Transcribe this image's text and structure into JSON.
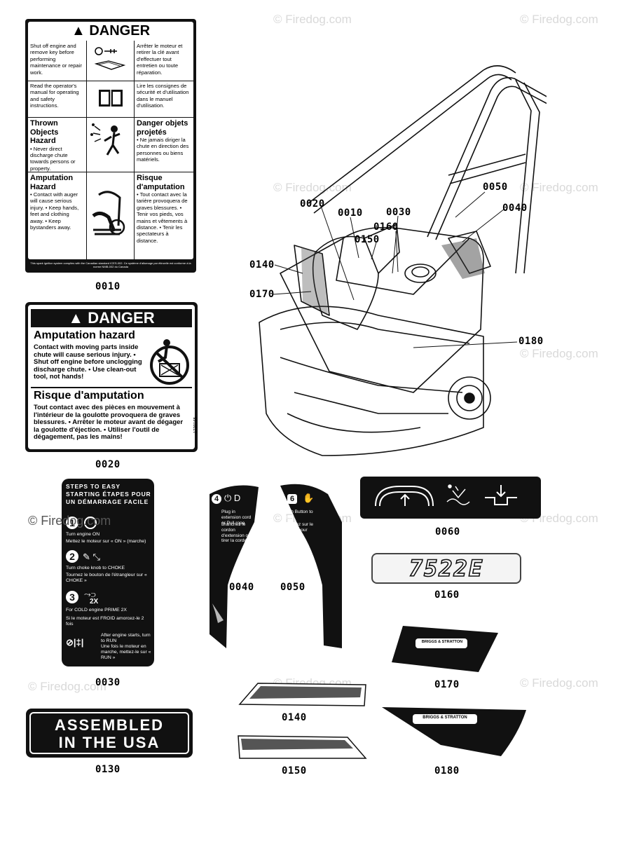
{
  "watermark": "© Firedog.com",
  "callouts": {
    "c0010": "0010",
    "c0020": "0020",
    "c0030": "0030",
    "c0040": "0040",
    "c0050": "0050",
    "c0060": "0060",
    "c0130": "0130",
    "c0140": "0140",
    "c0150": "0150",
    "c0160": "0160",
    "c0170": "0170",
    "c0180": "0180"
  },
  "label_0010": {
    "title": "DANGER",
    "rows": [
      {
        "en": "Shut off engine and remove key before performing maintenance or repair work.",
        "fr": "Arrêter le moteur et retirer la clé avant d'effectuer tout entretien ou toute réparation."
      },
      {
        "en": "Read the operator's manual for operating and safety instructions.",
        "fr": "Lire les consignes de sécurité et d'utilisation dans le manuel d'utilisation."
      },
      {
        "en_head": "Thrown Objects Hazard",
        "en": "• Never direct discharge chute towards persons or property.",
        "fr_head": "Danger objets projetés",
        "fr": "• Ne jamais diriger la chute en direction des personnes ou biens matériels."
      },
      {
        "en_head": "Amputation Hazard",
        "en": "• Contact with auger will cause serious injury. • Keep hands, feet and clothing away. • Keep bystanders away.",
        "fr_head": "Risque d'amputation",
        "fr": "• Tout contact avec la tarière provoquera de graves blessures. • Tenir vos pieds, vos mains et vêtements à distance. • Tenir les spectateurs à distance."
      }
    ],
    "footer": "This spark ignition system complies with the Canadian standard ICES-002. Ce système d'allumage par étincelle est conforme à la norme NMB-002 du Canada"
  },
  "label_0020": {
    "title": "DANGER",
    "en_head": "Amputation hazard",
    "en_body": "Contact with moving parts inside chute will cause serious injury. • Shut off engine before unclogging discharge chute. • Use clean-out tool, not hands!",
    "fr_head": "Risque d'amputation",
    "fr_body": "Tout contact avec des pièces en mouvement à l'intérieur de la goulotte provoquera de graves blessures. • Arrêter le moteur avant de dégager la goulotte d'éjection. • Utiliser l'outil de dégagement, pas les mains!",
    "part_no": "1739165"
  },
  "label_0030": {
    "head": "STEPS TO EASY STARTING ÉTAPES POUR UN DÉMARRAGE FACILE",
    "step1": "Turn engine ON",
    "step1_fr": "Mettez le moteur sur « ON » (marche)",
    "step2": "Turn choke knob to CHOKE",
    "step2_fr": "Tournez le bouton de l'étrangleur sur « CHOKE »",
    "step3_badge": "2X",
    "step3": "For COLD engine PRIME 2X",
    "step3_fr": "Si le moteur est FROID amorcez-le 2 fois",
    "step5": "After engine starts, turn to RUN",
    "step5_fr": "Une fois le moteur en marche, mettez-le sur « RUN »"
  },
  "label_0040": {
    "en": "Plug in extension cord or Pull rope",
    "fr": "Branchez le cordon d'extension ou tirer la corde"
  },
  "label_0050": {
    "en": "Push Button to Start",
    "fr": "Appuyez sur le bouton pour démarrer"
  },
  "label_0160": {
    "text": "7522E"
  },
  "label_0170": {
    "brand": "BRIGGS & STRATTON"
  },
  "label_0180": {
    "brand": "BRIGGS & STRATTON"
  },
  "label_0130": {
    "line1": "ASSEMBLED",
    "line2": "IN THE USA"
  }
}
